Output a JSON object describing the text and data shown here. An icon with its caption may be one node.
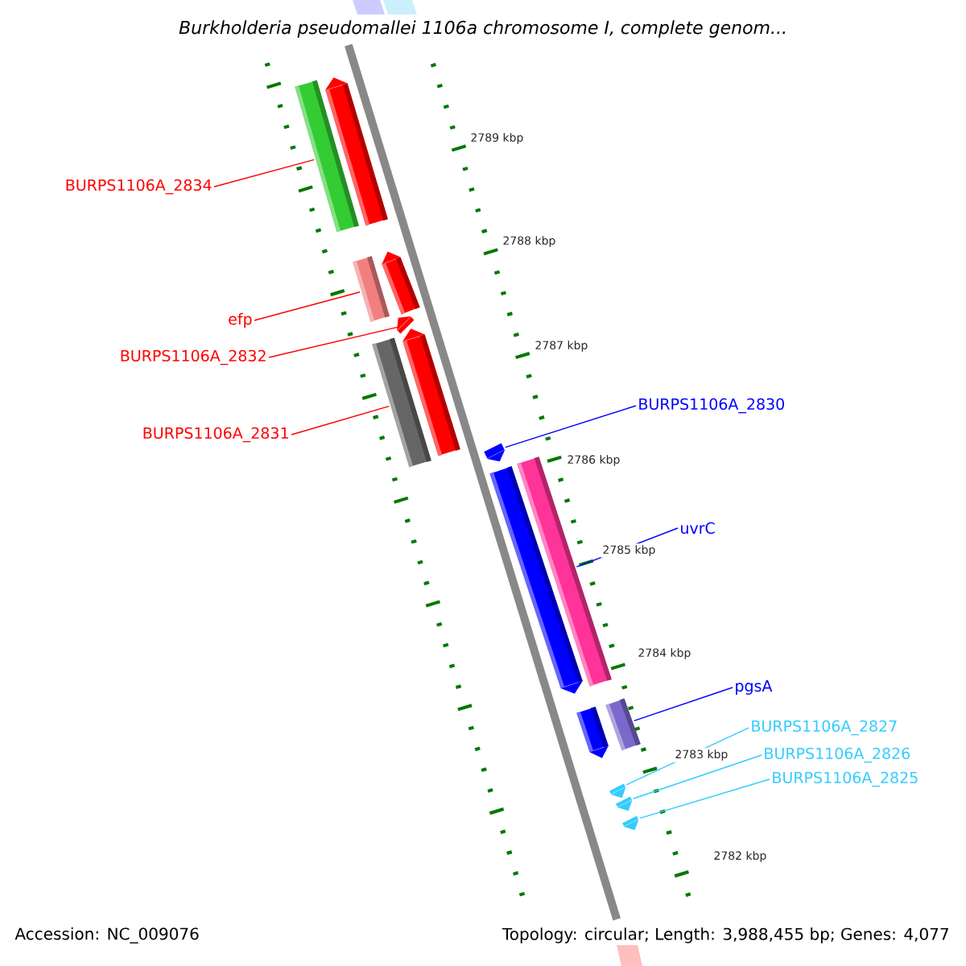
{
  "diagram": {
    "title": "Burkholderia pseudomallei 1106a chromosome I, complete genom...",
    "nodes": [
      {
        "text": [
          "BURPS1106A_2834"
        ]
      },
      {
        "text": [
          "efp"
        ]
      },
      {
        "text": [
          "BURPS1106A_2832"
        ]
      },
      {
        "text": [
          "BURPS1106A_2831"
        ]
      },
      {
        "text": [
          "BURPS1106A_2830"
        ]
      },
      {
        "text": [
          "uvrC"
        ]
      },
      {
        "text": [
          "pgsA"
        ]
      },
      {
        "text": [
          "BURPS1106A_2827"
        ]
      },
      {
        "text": [
          "BURPS1106A_2826"
        ]
      },
      {
        "text": [
          "BURPS1106A_2825"
        ]
      },
      {
        "text": [],
        "shape": "bar"
      },
      {
        "text": [],
        "shape": "bar"
      },
      {
        "text": [],
        "shape": "bar"
      },
      {
        "text": [],
        "shape": "bar"
      },
      {
        "text": [],
        "shape": "triangle"
      },
      {
        "text": [],
        "shape": "bar"
      },
      {
        "text": [],
        "shape": "bar"
      },
      {
        "text": [],
        "shape": "triangle"
      },
      {
        "text": [],
        "shape": "bar"
      },
      {
        "text": [],
        "shape": "bar"
      },
      {
        "text": [],
        "shape": "bar"
      },
      {
        "text": [],
        "shape": "bar"
      },
      {
        "text": [],
        "shape": "triangle"
      },
      {
        "text": [],
        "shape": "triangle"
      },
      {
        "text": [],
        "shape": "triangle"
      }
    ],
    "edges": [
      {
        "from": 0,
        "to": 10,
        "arrow": "none"
      },
      {
        "from": 1,
        "to": 12,
        "arrow": "none"
      },
      {
        "from": 2,
        "to": 14,
        "arrow": "none"
      },
      {
        "from": 3,
        "to": 15,
        "arrow": "none"
      },
      {
        "from": 4,
        "to": 17,
        "arrow": "none",
        "color": "#0000ff"
      },
      {
        "from": 5,
        "to": 19,
        "arrow": "none",
        "color": "#0000ff"
      },
      {
        "from": 6,
        "to": 21,
        "arrow": "none",
        "color": "#0000ff"
      },
      {
        "from": 7,
        "to": 22,
        "arrow": "none",
        "color": "#33ccff"
      },
      {
        "from": 8,
        "to": 23,
        "arrow": "none",
        "color": "#33ccff"
      },
      {
        "from": 9,
        "to": 24,
        "arrow": "none",
        "color": "#33ccff"
      }
    ],
    "labels": [
      "2789 kbp",
      "2788 kbp",
      "2787 kbp",
      "2786 kbp",
      "2785 kbp",
      "2784 kbp",
      "2783 kbp",
      "2782 kbp",
      "Accession: NC_009076",
      "Topology: circular; Length: 3,988,455 bp; Genes: 4,077"
    ]
  }
}
